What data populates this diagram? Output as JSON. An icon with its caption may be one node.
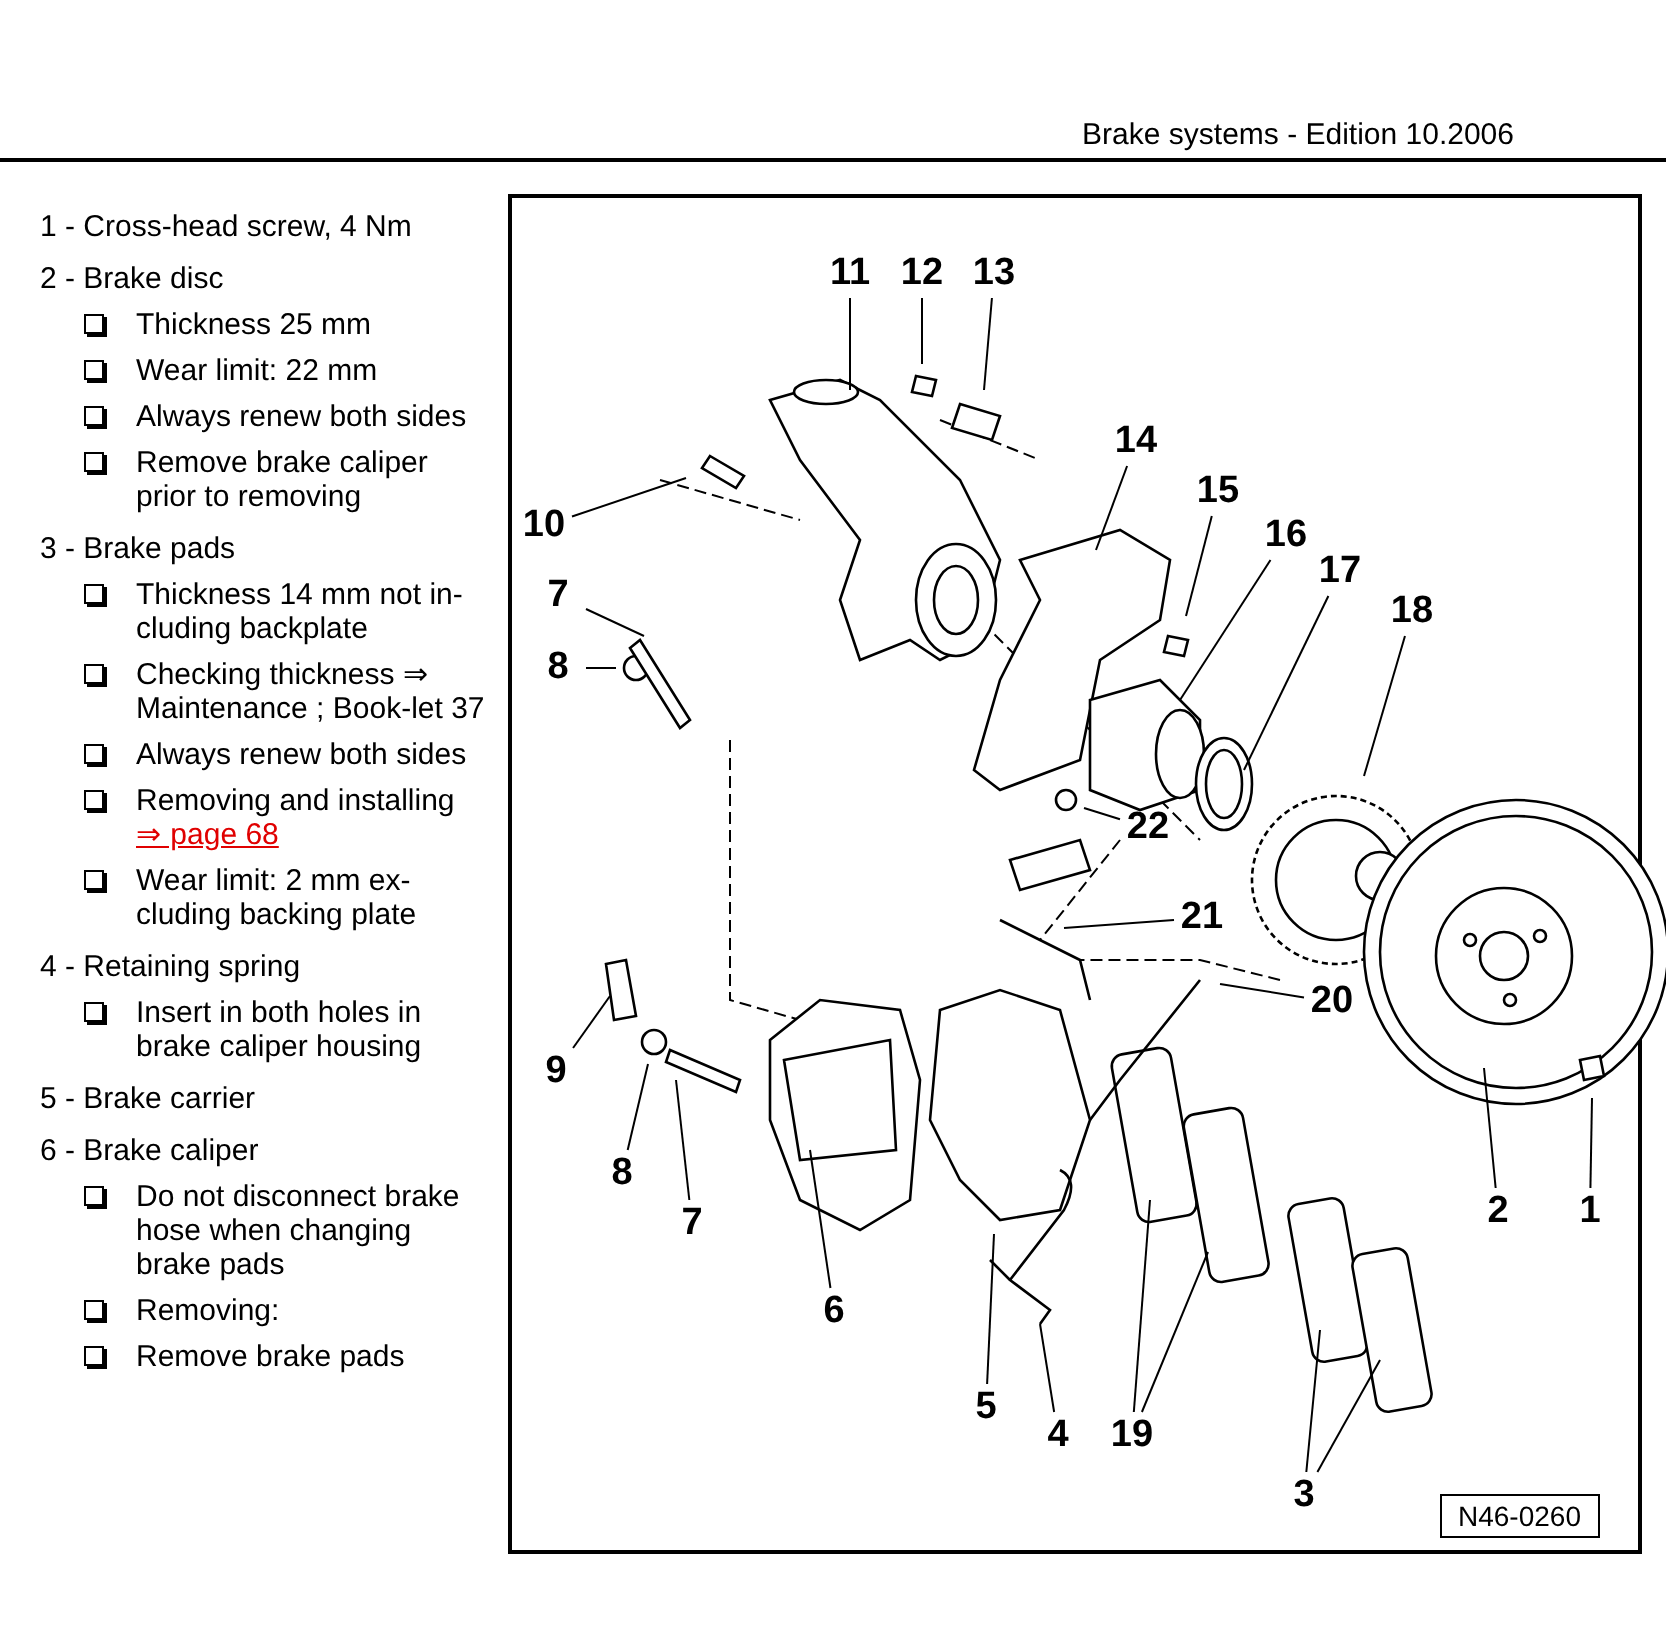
{
  "diagram": {
    "title": "Brake systems - Edition 10.2006",
    "nodes": [
      {
        "text": [
          "11"
        ]
      },
      {
        "text": [
          "12"
        ]
      },
      {
        "text": [
          "13"
        ]
      },
      {
        "text": [
          "14"
        ]
      },
      {
        "text": [
          "15"
        ]
      },
      {
        "text": [
          "16"
        ]
      },
      {
        "text": [
          "17"
        ]
      },
      {
        "text": [
          "18"
        ]
      },
      {
        "text": [
          "10"
        ]
      },
      {
        "text": [
          "7"
        ]
      },
      {
        "text": [
          "8"
        ]
      },
      {
        "text": [
          "22"
        ]
      },
      {
        "text": [
          "21"
        ]
      },
      {
        "text": [
          "20"
        ]
      },
      {
        "text": [
          "9"
        ]
      },
      {
        "text": [
          "8"
        ]
      },
      {
        "text": [
          "7"
        ]
      },
      {
        "text": [
          "6"
        ]
      },
      {
        "text": [
          "2"
        ]
      },
      {
        "text": [
          "1"
        ]
      },
      {
        "text": [
          "5"
        ]
      },
      {
        "text": [
          "4"
        ]
      },
      {
        "text": [
          "19"
        ]
      },
      {
        "text": [
          "3"
        ]
      }
    ],
    "edges": [
      {
        "from": 0,
        "to": null,
        "arrow": "none"
      },
      {
        "from": 1,
        "to": null,
        "arrow": "none"
      },
      {
        "from": 2,
        "to": null,
        "arrow": "none"
      },
      {
        "from": 3,
        "to": null,
        "arrow": "none"
      },
      {
        "from": 4,
        "to": null,
        "arrow": "none"
      },
      {
        "from": 5,
        "to": null,
        "arrow": "none"
      },
      {
        "from": 6,
        "to": null,
        "arrow": "none"
      },
      {
        "from": 7,
        "to": null,
        "arrow": "none"
      },
      {
        "from": 8,
        "to": null,
        "arrow": "none"
      },
      {
        "from": 9,
        "to": null,
        "arrow": "none"
      },
      {
        "from": 10,
        "to": null,
        "arrow": "none"
      },
      {
        "from": 11,
        "to": null,
        "arrow": "none"
      },
      {
        "from": 12,
        "to": null,
        "arrow": "none"
      },
      {
        "from": 13,
        "to": null,
        "arrow": "none"
      },
      {
        "from": 14,
        "to": null,
        "arrow": "none"
      },
      {
        "from": 15,
        "to": null,
        "arrow": "none"
      },
      {
        "from": 16,
        "to": null,
        "arrow": "none"
      },
      {
        "from": 17,
        "to": null,
        "arrow": "none"
      },
      {
        "from": 18,
        "to": null,
        "arrow": "none"
      },
      {
        "from": 19,
        "to": null,
        "arrow": "none"
      },
      {
        "from": 20,
        "to": null,
        "arrow": "none"
      },
      {
        "from": 21,
        "to": null,
        "arrow": "none"
      },
      {
        "from": 22,
        "to": null,
        "arrow": "none"
      },
      {
        "from": 22,
        "to": null,
        "arrow": "none"
      },
      {
        "from": 23,
        "to": null,
        "arrow": "none"
      },
      {
        "from": 23,
        "to": null,
        "arrow": "none"
      }
    ],
    "labels": [
      "1 - Cross-head screw, 4 Nm",
      "2 - Brake disc",
      "Thickness 25 mm",
      "Wear limit: 22 mm",
      "Always renew both sides",
      "Remove brake caliper prior to removing",
      "3 - Brake pads",
      "Thickness 14 mm not in-cluding backplate",
      "Checking thickness ⇒ Maintenance ; Book-let 37",
      "Always renew both sides",
      "Removing and installing",
      "⇒ page 68",
      "Wear limit: 2 mm ex-cluding backing plate",
      "4 - Retaining spring",
      "Insert in both holes in brake caliper housing",
      "5 - Brake carrier",
      "6 - Brake caliper",
      "Do not disconnect brake hose when changing brake pads",
      "Removing:",
      "Remove brake pads",
      "N46-0260"
    ]
  }
}
